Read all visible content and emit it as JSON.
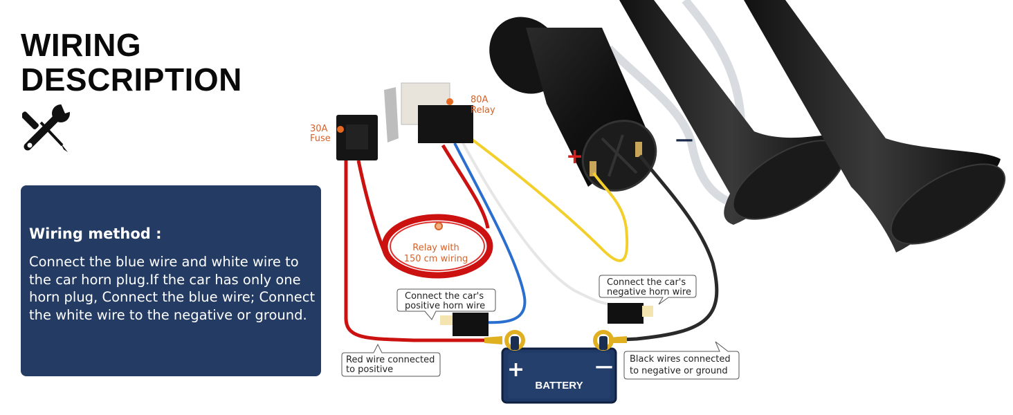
{
  "header": {
    "title_line1": "WIRING",
    "title_line2": "DESCRIPTION",
    "icon": "tools-icon"
  },
  "panel": {
    "heading": "Wiring method :",
    "body": "Connect the blue wire and white wire to the car horn plug.If the car has only one horn plug, Connect the blue wire; Connect the white wire to the negative or ground."
  },
  "components": {
    "fuse": {
      "line1": "30A",
      "line2": "Fuse"
    },
    "relay": {
      "line1": "80A",
      "line2": "Relay"
    },
    "coil": {
      "line1": "Relay with",
      "line2": "150 cm wiring"
    },
    "battery": {
      "label": "BATTERY",
      "plus": "+",
      "minus": "—"
    },
    "compressor_plus": "+",
    "compressor_minus": "—"
  },
  "callouts": {
    "positive_horn": {
      "line1": "Connect the car's",
      "line2": "positive horn wire"
    },
    "negative_horn": {
      "line1": "Connect the car's",
      "line2": "negative horn wire"
    },
    "red_wire": {
      "line1": "Red wire connected",
      "line2": "to positive"
    },
    "black_wire": {
      "line1": "Black wires connected",
      "line2": "to negative or ground"
    }
  },
  "colors": {
    "panel_bg": "#243c64",
    "label_orange": "#d4622a",
    "wire_red": "#cc1111",
    "wire_blue": "#2a6fd0",
    "wire_white": "#e8e8e8",
    "wire_yellow": "#f2cf2a",
    "wire_black": "#2a2a2a",
    "battery": "#1f3a66",
    "terminal_gold": "#e0b020"
  }
}
